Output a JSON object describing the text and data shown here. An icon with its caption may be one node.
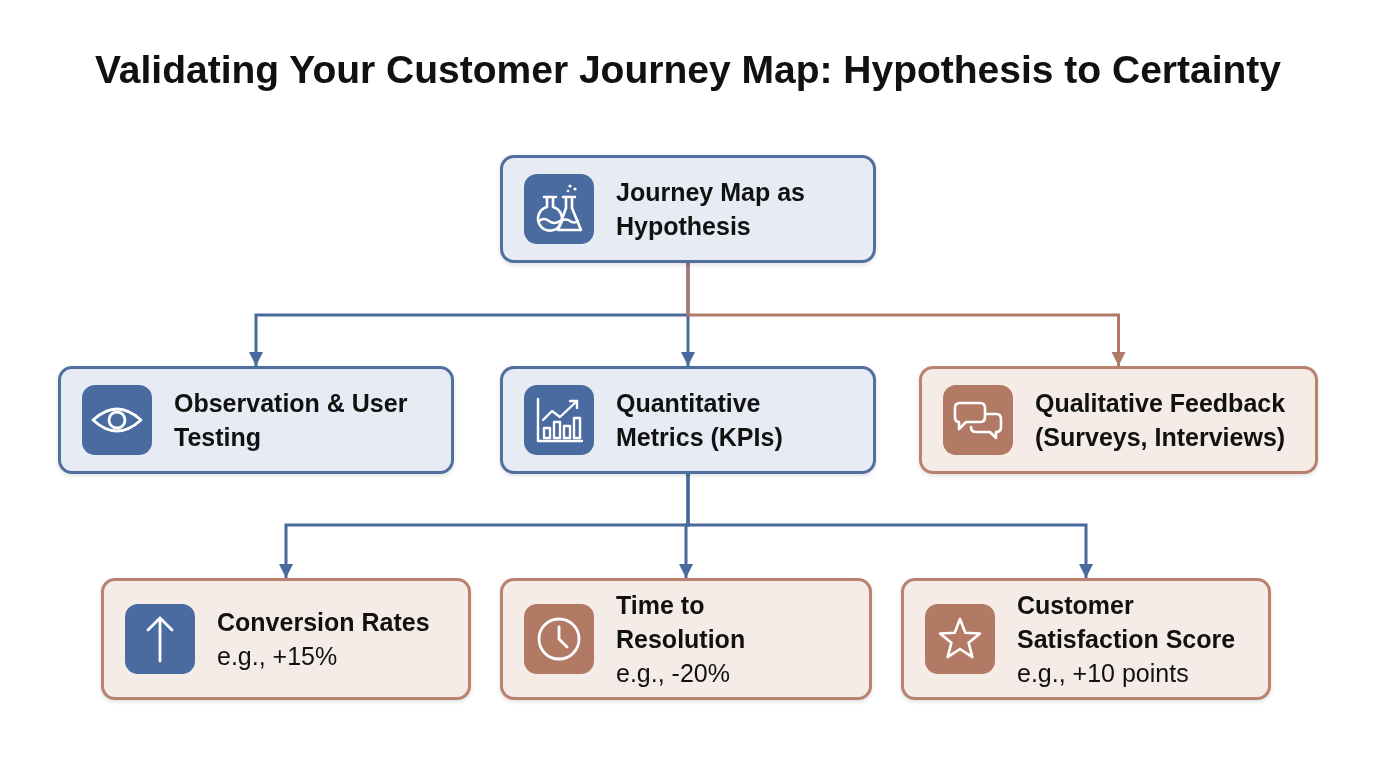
{
  "diagram": {
    "title": "Validating Your Customer Journey Map: Hypothesis to Certainty",
    "nodes": [
      {
        "text": [
          "Journey Map as Hypothesis"
        ]
      },
      {
        "text": [
          "Observation & User Testing"
        ]
      },
      {
        "text": [
          "Quantitative Metrics (KPIs)"
        ]
      },
      {
        "text": [
          "Qualitative Feedback (Surveys, Interviews)"
        ]
      },
      {
        "text": [
          "Conversion Rates",
          "e.g., +15%"
        ]
      },
      {
        "text": [
          "Time to Resolution",
          "e.g., -20%"
        ]
      },
      {
        "text": [
          "Customer Satisfaction Score",
          "e.g., +10 points"
        ]
      }
    ],
    "edges": [
      {
        "from": 0,
        "to": 1,
        "arrow": "to"
      },
      {
        "from": 0,
        "to": 2,
        "arrow": "to"
      },
      {
        "from": 0,
        "to": 3,
        "arrow": "to",
        "color": "#b07a68"
      },
      {
        "from": 2,
        "to": 4,
        "arrow": "to"
      },
      {
        "from": 2,
        "to": 5,
        "arrow": "to"
      },
      {
        "from": 2,
        "to": 6,
        "arrow": "to"
      }
    ]
  }
}
